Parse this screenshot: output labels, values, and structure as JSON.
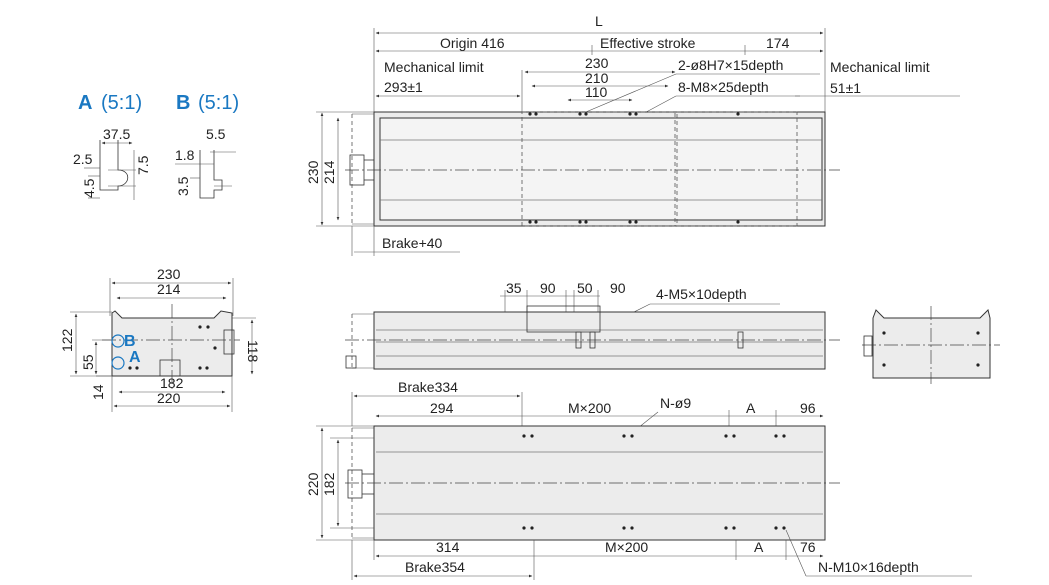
{
  "detail_views": {
    "a_letter": "A",
    "a_scale": "(5:1)",
    "b_letter": "B",
    "b_scale": "(5:1)",
    "a_dims": [
      "37.5",
      "2.5",
      "7.5",
      "4.5"
    ],
    "b_dims": [
      "5.5",
      "1.8",
      "3.5"
    ]
  },
  "top_view": {
    "L": "L",
    "origin": "Origin 416",
    "effective_stroke": "Effective stroke",
    "right_174": "174",
    "mech_limit_left": "Mechanical limit",
    "mech_limit_left_val": "293±1",
    "mech_limit_right": "Mechanical limit",
    "mech_limit_right_val": "51±1",
    "d230": "230",
    "d210": "210",
    "d110": "110",
    "pin_holes": "2-ø8H7×15depth",
    "tapped_holes": "8-M8×25depth",
    "h230": "230",
    "h214": "214",
    "brake40": "Brake+40"
  },
  "end_view": {
    "w230": "230",
    "w214": "214",
    "h122": "122",
    "h118": "118",
    "h55": "55",
    "h14": "14",
    "w182": "182",
    "w220": "220",
    "label_b": "B",
    "label_a": "A"
  },
  "side_view": {
    "d35": "35",
    "d90a": "90",
    "d50": "50",
    "d90b": "90",
    "m5": "4-M5×10depth"
  },
  "bottom_view": {
    "brake334": "Brake334",
    "d294": "294",
    "mx200_top": "M×200",
    "n_hole": "N-ø9",
    "a_top": "A",
    "d96": "96",
    "h220": "220",
    "h182": "182",
    "d314": "314",
    "mx200_bot": "M×200",
    "a_bot": "A",
    "d76": "76",
    "brake354": "Brake354",
    "m10": "N-M10×16depth"
  },
  "colors": {
    "accent": "#1a78c2",
    "line": "#333333",
    "body_fill": "#ececec"
  }
}
